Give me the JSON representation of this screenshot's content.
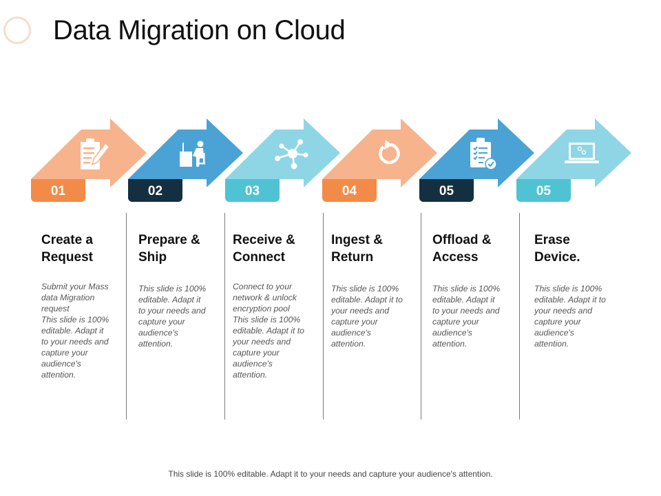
{
  "slide": {
    "title": "Data Migration on Cloud",
    "footer": "This slide is 100% editable. Adapt it to your needs and capture your audience's attention."
  },
  "colors": {
    "peach_light": "#f7b38c",
    "orange": "#f38b48",
    "blue": "#4aa3d4",
    "navy": "#142f40",
    "cyan_light": "#8ed6e6",
    "cyan": "#4fc3d4"
  },
  "steps": [
    {
      "number": "01",
      "icon": "clipboard-pen-icon",
      "title": "Create a\nRequest",
      "title_l1": "Create a",
      "title_l2": "Request",
      "text": "Submit your Mass\ndata Migration\nrequest\nThis slide is 100%\neditable. Adapt it\nto your needs and\ncapture your\naudience's\nattention."
    },
    {
      "number": "02",
      "icon": "person-at-desk-icon",
      "title_l1": "Prepare &",
      "title_l2": "Ship",
      "text": "This slide is 100%\neditable. Adapt it\nto your needs and\ncapture your\naudience's\nattention."
    },
    {
      "number": "03",
      "icon": "network-hub-icon",
      "title_l1": "Receive &",
      "title_l2": "Connect",
      "text": "Connect to your\nnetwork & unlock\nencryption pool\nThis slide is 100%\neditable. Adapt it to\nyour needs and\ncapture your\naudience's\nattention."
    },
    {
      "number": "04",
      "icon": "refresh-arrow-icon",
      "title_l1": "Ingest &",
      "title_l2": "Return",
      "text": "This slide is 100%\neditable. Adapt it to\nyour needs and\ncapture your\naudience's\nattention."
    },
    {
      "number": "05",
      "icon": "checklist-check-icon",
      "title_l1": "Offload &",
      "title_l2": "Access",
      "text": "This slide is 100%\neditable. Adapt it\nto your needs and\ncapture your\naudience's\nattention."
    },
    {
      "number": "05",
      "icon": "laptop-gears-icon",
      "title_l1": "Erase",
      "title_l2": "Device.",
      "text": "This slide is 100%\neditable. Adapt it to\nyour needs and\ncapture your\naudience's\nattention."
    }
  ]
}
